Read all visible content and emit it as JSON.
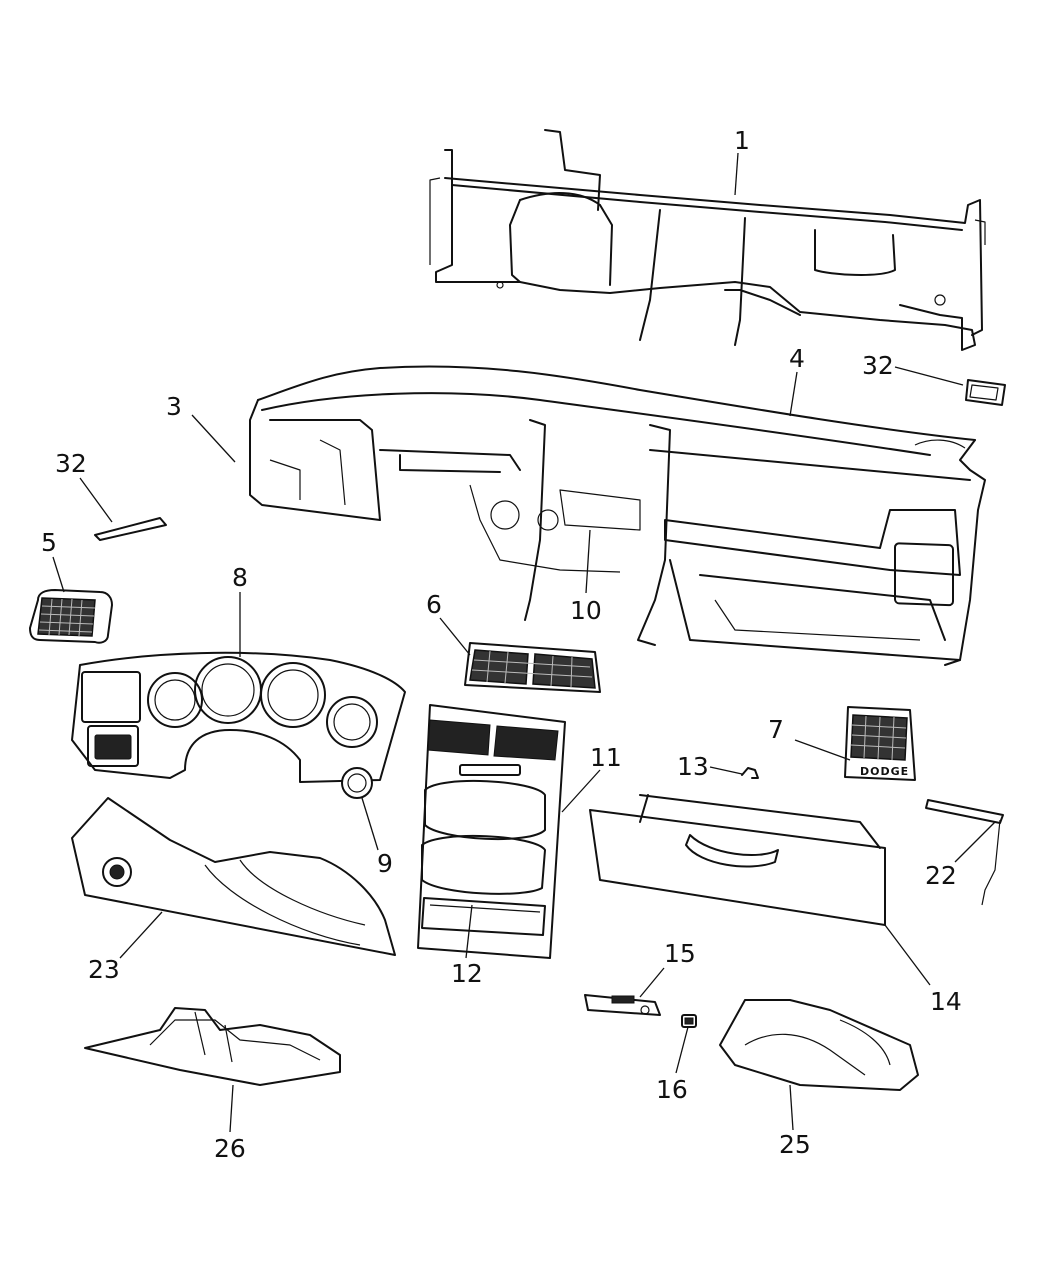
{
  "diagram": {
    "callouts": [
      "1",
      "3",
      "4",
      "32",
      "32",
      "5",
      "8",
      "6",
      "10",
      "7",
      "11",
      "13",
      "9",
      "22",
      "23",
      "12",
      "14",
      "15",
      "16",
      "26",
      "25"
    ],
    "badge_text": "DODGE"
  }
}
